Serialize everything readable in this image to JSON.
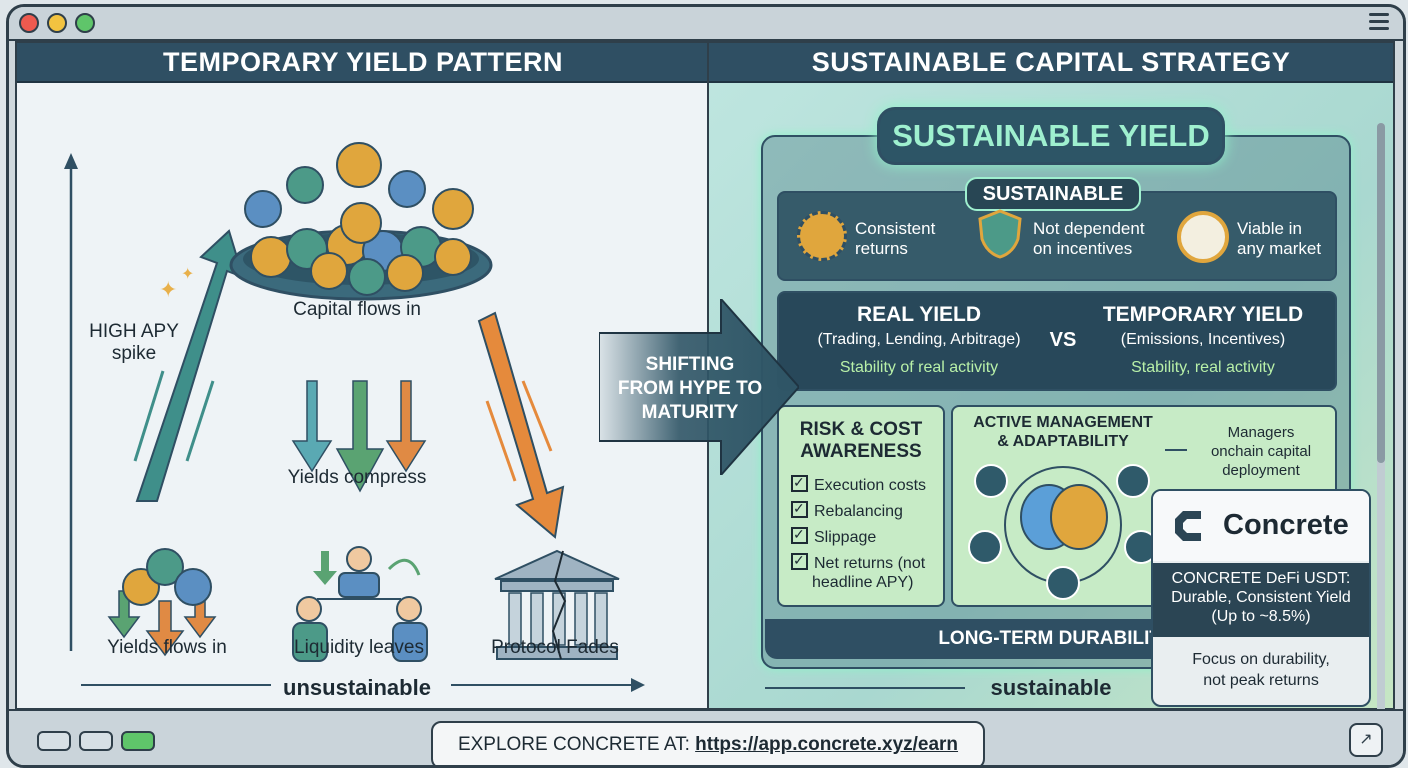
{
  "left": {
    "header": "TEMPORARY YIELD PATTERN",
    "high_apy": "HIGH APY spike",
    "capital_flows_in": "Capital flows in",
    "yields_compress": "Yields compress",
    "yields_flows_in": "Yields flows in",
    "liquidity_leaves": "Liquidity leaves",
    "protocol_fades": "Protocol Fades",
    "footer": "unsustainable"
  },
  "center": {
    "shift_line1": "SHIFTING",
    "shift_line2": "FROM HYPE TO",
    "shift_line3": "MATURITY"
  },
  "right": {
    "header": "SUSTAINABLE CAPITAL STRATEGY",
    "title": "SUSTAINABLE YIELD",
    "sustainable_tag": "SUSTAINABLE",
    "features": [
      {
        "l1": "Consistent",
        "l2": "returns",
        "icon": "gear-icon"
      },
      {
        "l1": "Not dependent",
        "l2": "on incentives",
        "icon": "shield-icon"
      },
      {
        "l1": "Viable in",
        "l2": "any market",
        "icon": "compass-icon"
      }
    ],
    "real_yield": {
      "title": "REAL YIELD",
      "sub": "(Trading, Lending, Arbitrage)",
      "note": "Stability of real activity"
    },
    "vs": "VS",
    "temporary_yield": {
      "title": "TEMPORARY YIELD",
      "sub": "(Emissions, Incentives)",
      "note": "Stability, real activity"
    },
    "risk": {
      "title_l1": "RISK & COST",
      "title_l2": "AWARENESS",
      "items": [
        "Execution costs",
        "Rebalancing",
        "Slippage",
        "Net returns (not",
        "headline APY)"
      ]
    },
    "active": {
      "title_l1": "ACTIVE MANAGEMENT",
      "title_l2": "& ADAPTABILITY"
    },
    "managers": {
      "l1": "Managers",
      "l2": "onchain capital",
      "l3": "deployment"
    },
    "long_term": "LONG-TERM DURABILITY",
    "footer": "sustainable",
    "concrete": {
      "name": "Concrete",
      "mid_l1": "CONCRETE DeFi USDT:",
      "mid_l2": "Durable, Consistent Yield",
      "mid_l3": "(Up to ~8.5%)",
      "bot_l1": "Focus on durability,",
      "bot_l2": "not peak returns"
    }
  },
  "bottom": {
    "explore_prefix": "EXPLORE CONCRETE AT: ",
    "explore_url": "https://app.concrete.xyz/earn"
  },
  "colors": {
    "accent_dark": "#2f4f63",
    "glow": "#9ff0cf",
    "window_red": "#ee5a4f",
    "window_yellow": "#f2c340",
    "window_green": "#5fc56a"
  }
}
